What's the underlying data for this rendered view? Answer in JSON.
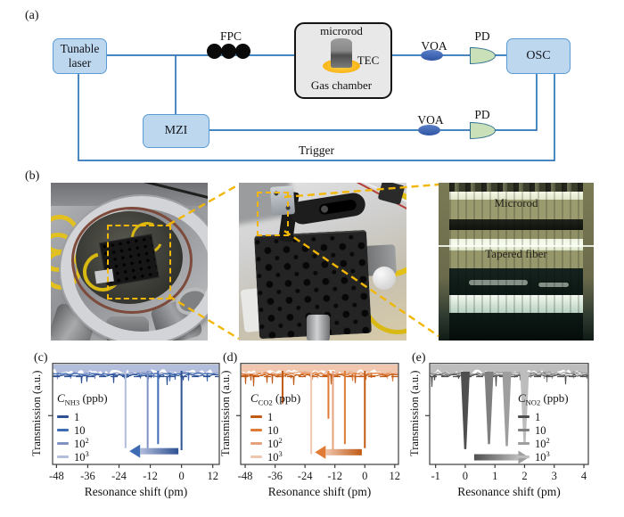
{
  "figure": {
    "labels": {
      "a": "(a)",
      "b": "(b)",
      "c": "(c)",
      "d": "(d)",
      "e": "(e)"
    }
  },
  "diagram": {
    "tunable_laser": "Tunable laser",
    "fpc": "FPC",
    "microrod": "microrod",
    "tec": "TEC",
    "gas_chamber": "Gas chamber",
    "voa_top": "VOA",
    "pd_top": "PD",
    "osc": "OSC",
    "mzi": "MZI",
    "voa_bottom": "VOA",
    "pd_bottom": "PD",
    "trigger": "Trigger",
    "colors": {
      "fiber_line": "#2e75b6",
      "component_fill": "#bdd7ee",
      "component_border": "#5b9bd5",
      "chamber_fill": "#e9e8e8",
      "pd_fill": "#c9e0b8",
      "voa_fill": "#3c63ae",
      "tec_glow": "#ffc000"
    }
  },
  "photos": {
    "microrod_label": "Microrod",
    "tapered_fiber_label": "Tapered fiber",
    "callout_color": "#f2b705"
  },
  "chart_data": [
    {
      "type": "line",
      "panel": "c",
      "xlabel": "Resonance shift (pm)",
      "ylabel": "Transmission (a.u.)",
      "xlim": [
        -49.5,
        14.5
      ],
      "xticks": [
        -48,
        -36,
        -24,
        -12,
        0,
        12
      ],
      "dip_style": "needle",
      "legend": {
        "position": "left",
        "title": {
          "symbol": "C",
          "sub": "NH3",
          "unit": " (ppb)"
        },
        "items": [
          {
            "label": "1",
            "sup": ""
          },
          {
            "label": "10",
            "sup": ""
          },
          {
            "label": "10",
            "sup": "2"
          },
          {
            "label": "10",
            "sup": "3"
          }
        ]
      },
      "series": [
        {
          "conc_ppb": 1,
          "color": "#2e5293",
          "shift_pm": 0,
          "depth": 0.86
        },
        {
          "conc_ppb": 10,
          "color": "#3f6db5",
          "shift_pm": -9,
          "depth": 0.8
        },
        {
          "conc_ppb": 100,
          "color": "#8193c5",
          "shift_pm": -13,
          "depth": 0.88
        },
        {
          "conc_ppb": 1000,
          "color": "#b3bddc",
          "shift_pm": -21.5,
          "depth": 0.84
        }
      ],
      "extra_dips": [],
      "arrow": {
        "dir": "left",
        "x1": -20,
        "x2": -1.2,
        "y_frac": 0.87
      }
    },
    {
      "type": "line",
      "panel": "d",
      "xlabel": "Resonance shift (pm)",
      "ylabel": "Transmission (a.u.)",
      "xlim": [
        -49.8,
        13.5
      ],
      "xticks": [
        -48,
        -36,
        -24,
        -12,
        0,
        12
      ],
      "dip_style": "needle",
      "legend": {
        "position": "left",
        "title": {
          "symbol": "C",
          "sub": "CO2",
          "unit": " (ppb)"
        },
        "items": [
          {
            "label": "1",
            "sup": ""
          },
          {
            "label": "10",
            "sup": ""
          },
          {
            "label": "10",
            "sup": "2"
          },
          {
            "label": "10",
            "sup": "3"
          }
        ]
      },
      "series": [
        {
          "conc_ppb": 1,
          "color": "#c05a15",
          "shift_pm": 0,
          "depth": 0.84
        },
        {
          "conc_ppb": 10,
          "color": "#e07b36",
          "shift_pm": -8,
          "depth": 0.8
        },
        {
          "conc_ppb": 100,
          "color": "#e5a17b",
          "shift_pm": -12.8,
          "depth": 0.88
        },
        {
          "conc_ppb": 1000,
          "color": "#f0c6ae",
          "shift_pm": -21.5,
          "depth": 0.9
        }
      ],
      "extra_dips": [
        {
          "x": -33,
          "series": 0,
          "depth": 0.4
        },
        {
          "x": -14.6,
          "series": 1,
          "depth": 0.55
        }
      ],
      "arrow": {
        "dir": "left",
        "x1": -20,
        "x2": -1.2,
        "y_frac": 0.88
      }
    },
    {
      "type": "line",
      "panel": "e",
      "xlabel": "Resonance shift (pm)",
      "ylabel": "Transmission (a.u.)",
      "xlim": [
        -1.2,
        4.15
      ],
      "xticks": [
        -1,
        0,
        1,
        2,
        3,
        4
      ],
      "dip_style": "v",
      "legend": {
        "position": "right",
        "title": {
          "symbol": "C",
          "sub": "NO2",
          "unit": " (ppb)"
        },
        "items": [
          {
            "label": "1",
            "sup": ""
          },
          {
            "label": "10",
            "sup": ""
          },
          {
            "label": "10",
            "sup": "2"
          },
          {
            "label": "10",
            "sup": "3"
          }
        ]
      },
      "series": [
        {
          "conc_ppb": 1,
          "color": "#4f4f4f",
          "shift_pm": 0,
          "depth": 0.85
        },
        {
          "conc_ppb": 10,
          "color": "#7f7f7f",
          "shift_pm": 0.8,
          "depth": 0.8
        },
        {
          "conc_ppb": 100,
          "color": "#9e9e9e",
          "shift_pm": 1.4,
          "depth": 0.82
        },
        {
          "conc_ppb": 1000,
          "color": "#bdbdbd",
          "shift_pm": 2.0,
          "depth": 0.79
        }
      ],
      "extra_dips": [],
      "arrow": {
        "dir": "right",
        "x1": 0.3,
        "x2": 2.15,
        "y_frac": 0.93
      }
    }
  ]
}
